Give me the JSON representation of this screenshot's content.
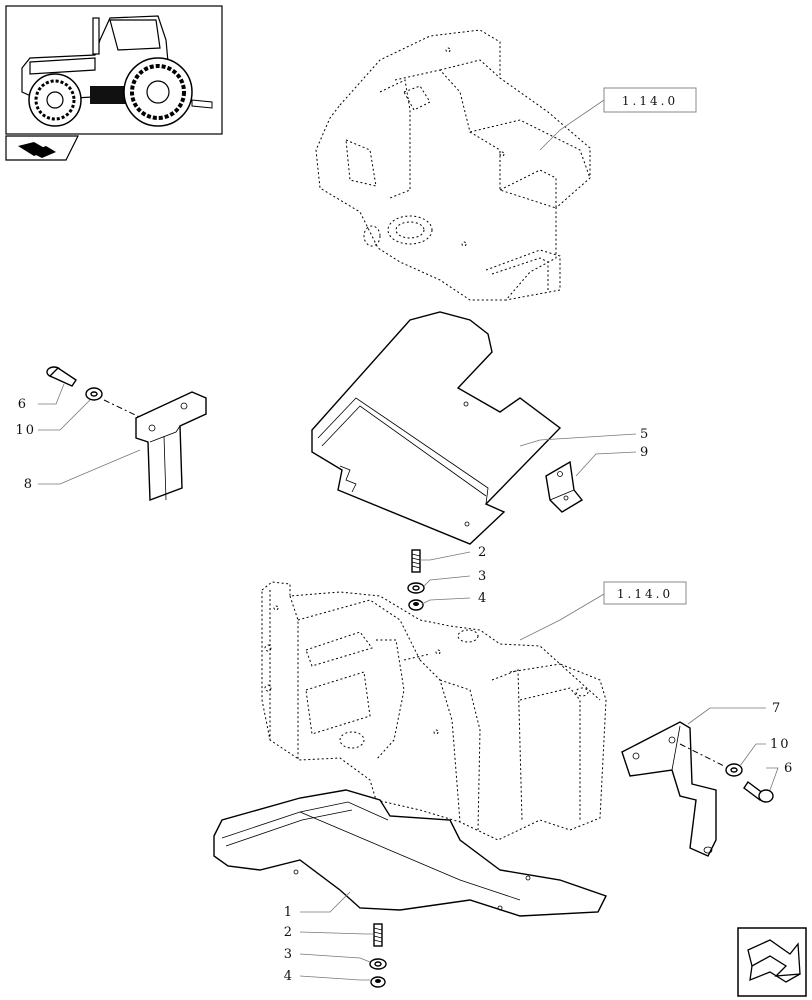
{
  "references": {
    "upper_ref": "1.14.0",
    "lower_ref": "1.14.0"
  },
  "callouts": {
    "c1": "1",
    "c2_upper": "2",
    "c2_lower": "2",
    "c3_upper": "3",
    "c3_lower": "3",
    "c4_upper": "4",
    "c4_lower": "4",
    "c5": "5",
    "c6_left": "6",
    "c6_right": "6",
    "c7": "7",
    "c8": "8",
    "c9": "9",
    "c10_left": "10",
    "c10_right": "10"
  },
  "icons": {
    "thumbnail": "tractor-thumbnail",
    "book": "book-icon",
    "next": "next-page-arrow-icon"
  }
}
